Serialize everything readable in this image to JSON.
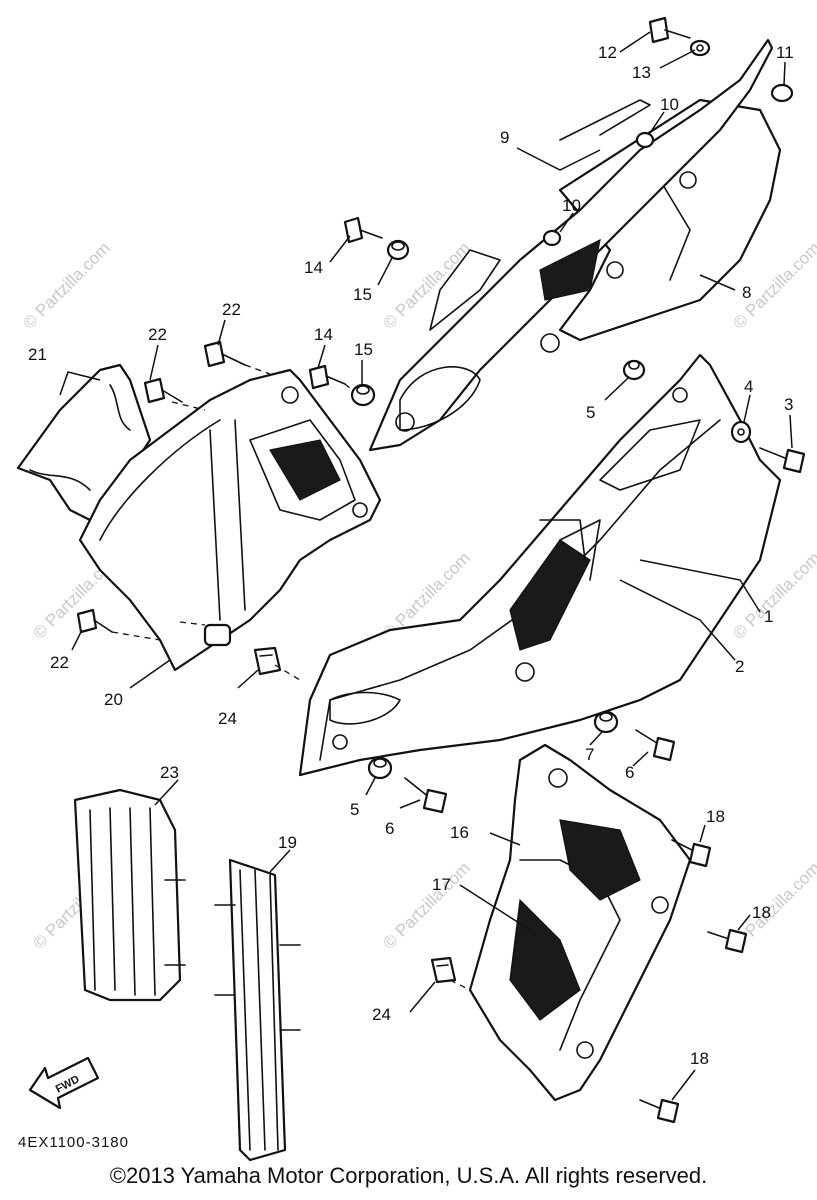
{
  "diagram": {
    "code": "4EX1100-3180",
    "copyright": "©2013 Yamaha Motor Corporation, U.S.A. All rights reserved.",
    "watermark": "© Partzilla.com",
    "fwd_label": "FWD",
    "callouts": [
      {
        "id": "12",
        "text": "12"
      },
      {
        "id": "13",
        "text": "13"
      },
      {
        "id": "11",
        "text": "11"
      },
      {
        "id": "10a",
        "text": "10"
      },
      {
        "id": "9",
        "text": "9"
      },
      {
        "id": "10b",
        "text": "10"
      },
      {
        "id": "14a",
        "text": "14"
      },
      {
        "id": "15a",
        "text": "15"
      },
      {
        "id": "8",
        "text": "8"
      },
      {
        "id": "21",
        "text": "21"
      },
      {
        "id": "22a",
        "text": "22"
      },
      {
        "id": "22b",
        "text": "22"
      },
      {
        "id": "14b",
        "text": "14"
      },
      {
        "id": "15b",
        "text": "15"
      },
      {
        "id": "5a",
        "text": "5"
      },
      {
        "id": "4",
        "text": "4"
      },
      {
        "id": "3",
        "text": "3"
      },
      {
        "id": "1",
        "text": "1"
      },
      {
        "id": "2",
        "text": "2"
      },
      {
        "id": "22c",
        "text": "22"
      },
      {
        "id": "20",
        "text": "20"
      },
      {
        "id": "24a",
        "text": "24"
      },
      {
        "id": "7",
        "text": "7"
      },
      {
        "id": "6a",
        "text": "6"
      },
      {
        "id": "5b",
        "text": "5"
      },
      {
        "id": "6b",
        "text": "6"
      },
      {
        "id": "23",
        "text": "23"
      },
      {
        "id": "19",
        "text": "19"
      },
      {
        "id": "16",
        "text": "16"
      },
      {
        "id": "18a",
        "text": "18"
      },
      {
        "id": "17",
        "text": "17"
      },
      {
        "id": "18b",
        "text": "18"
      },
      {
        "id": "24b",
        "text": "24"
      },
      {
        "id": "18c",
        "text": "18"
      }
    ]
  }
}
